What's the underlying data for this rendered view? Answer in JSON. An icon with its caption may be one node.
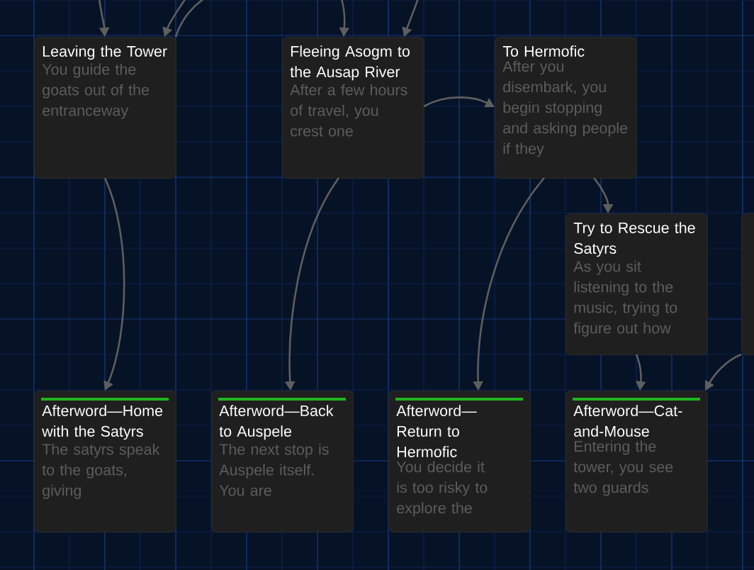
{
  "diagram": {
    "nodes": [
      {
        "text": [
          "Leaving the Tower",
          "You guide the goats out of the entranceway"
        ]
      },
      {
        "text": [
          "Fleeing Asogm to the Ausap River",
          "After a few hours of travel, you crest one"
        ]
      },
      {
        "text": [
          "To Hermofic",
          "After you disembark, you begin stopping and asking people if they"
        ]
      },
      {
        "text": [
          "Try to Rescue the Satyrs",
          "As you sit listening to the music, trying to figure out how"
        ]
      },
      {
        "text": [],
        "shape": "box"
      },
      {
        "text": [
          "Afterword—Home with the Satyrs",
          "The satyrs speak to the goats, giving"
        ]
      },
      {
        "text": [
          "Afterword—Back to Auspele",
          "The next stop is Auspele itself. You are"
        ]
      },
      {
        "text": [
          "Afterword—Return to Hermofic",
          "You decide it is too risky to explore the"
        ]
      },
      {
        "text": [
          "Afterword—Cat-and-Mouse",
          "Entering the tower, you see two guards"
        ]
      }
    ],
    "edges": [
      {
        "from": null,
        "to": 0,
        "arrow": "to"
      },
      {
        "from": null,
        "to": 0,
        "arrow": "to"
      },
      {
        "from": 0,
        "to": null,
        "arrow": "none"
      },
      {
        "from": null,
        "to": 1,
        "arrow": "to"
      },
      {
        "from": null,
        "to": 1,
        "arrow": "to"
      },
      {
        "from": 1,
        "to": 2,
        "arrow": "to"
      },
      {
        "from": 0,
        "to": 5,
        "arrow": "to"
      },
      {
        "from": 1,
        "to": 6,
        "arrow": "to"
      },
      {
        "from": 2,
        "to": 7,
        "arrow": "to"
      },
      {
        "from": 2,
        "to": 3,
        "arrow": "to"
      },
      {
        "from": 3,
        "to": 8,
        "arrow": "to"
      },
      {
        "from": 4,
        "to": 8,
        "arrow": "to"
      }
    ]
  }
}
